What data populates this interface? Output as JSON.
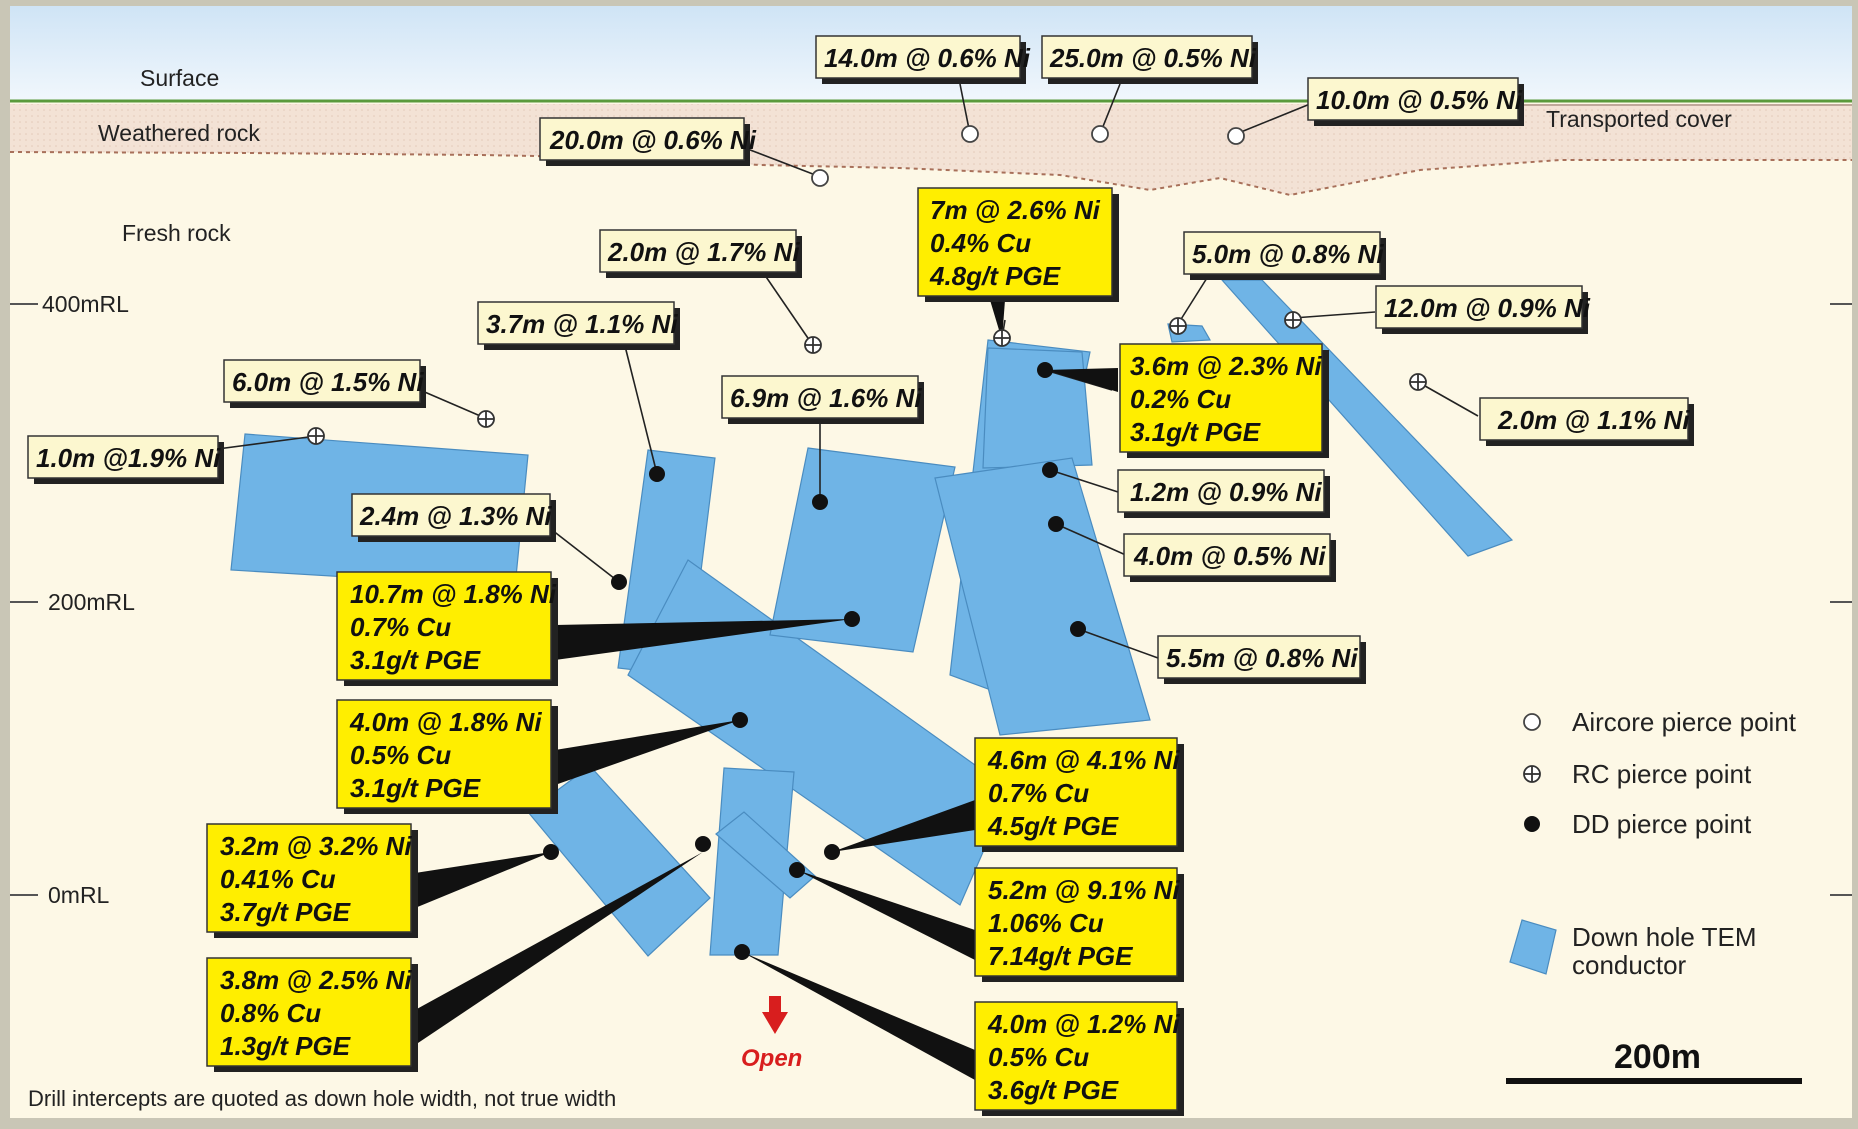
{
  "layers": {
    "surface": "Surface",
    "weathered": "Weathered rock",
    "fresh": "Fresh rock",
    "transported": "Transported cover"
  },
  "rl_labels": [
    "400mRL",
    "200mRL",
    "0mRL"
  ],
  "intercepts": {
    "aircore": [
      "20.0m @ 0.6% Ni",
      "14.0m @ 0.6% Ni",
      "25.0m @ 0.5% Ni",
      "10.0m @ 0.5% Ni"
    ],
    "rc": [
      "2.0m @ 1.7% Ni",
      "6.0m @ 1.5% Ni",
      "1.0m @1.9% Ni",
      "5.0m @ 0.8% Ni",
      "12.0m @ 0.9% Ni",
      "2.0m @ 1.1% Ni"
    ],
    "rc_multi": {
      "line1": "7m @ 2.6% Ni",
      "line2": "0.4% Cu",
      "line3": "4.8g/t PGE"
    },
    "dd": [
      "3.7m @ 1.1% Ni",
      "6.9m @ 1.6% Ni",
      "2.4m @ 1.3% Ni",
      "1.2m @ 0.9% Ni",
      "4.0m @ 0.5% Ni",
      "5.5m @ 0.8% Ni"
    ],
    "dd_multi": [
      {
        "line1": "3.6m @ 2.3% Ni",
        "line2": "0.2% Cu",
        "line3": "3.1g/t PGE"
      },
      {
        "line1": "10.7m @ 1.8% Ni",
        "line2": "0.7% Cu",
        "line3": "3.1g/t PGE"
      },
      {
        "line1": "4.0m @ 1.8% Ni",
        "line2": "0.5% Cu",
        "line3": "3.1g/t PGE"
      },
      {
        "line1": "3.2m @ 3.2% Ni",
        "line2": "0.41% Cu",
        "line3": "3.7g/t PGE"
      },
      {
        "line1": "3.8m @ 2.5% Ni",
        "line2": "0.8% Cu",
        "line3": "1.3g/t PGE"
      },
      {
        "line1": "4.6m @ 4.1% Ni",
        "line2": "0.7% Cu",
        "line3": "4.5g/t PGE"
      },
      {
        "line1": "5.2m @ 9.1% Ni",
        "line2": "1.06% Cu",
        "line3": "7.14g/t PGE"
      },
      {
        "line1": "4.0m @ 1.2% Ni",
        "line2": "0.5% Cu",
        "line3": "3.6g/t PGE"
      }
    ]
  },
  "open_label": "Open",
  "legend": {
    "aircore": "Aircore pierce point",
    "rc": "RC pierce point",
    "dd": "DD pierce point",
    "tem_line1": "Down hole TEM",
    "tem_line2": "conductor"
  },
  "scale_label": "200m",
  "footnote": "Drill intercepts are quoted as down hole width, not true width",
  "colors": {
    "background": "#fdf8e6",
    "sky": "#e6f1fb",
    "conductor": "#6fb4e6",
    "callout_yellow": "#ffee00",
    "callout_pale": "#fcf7cf",
    "open_arrow": "#d81e1e"
  }
}
